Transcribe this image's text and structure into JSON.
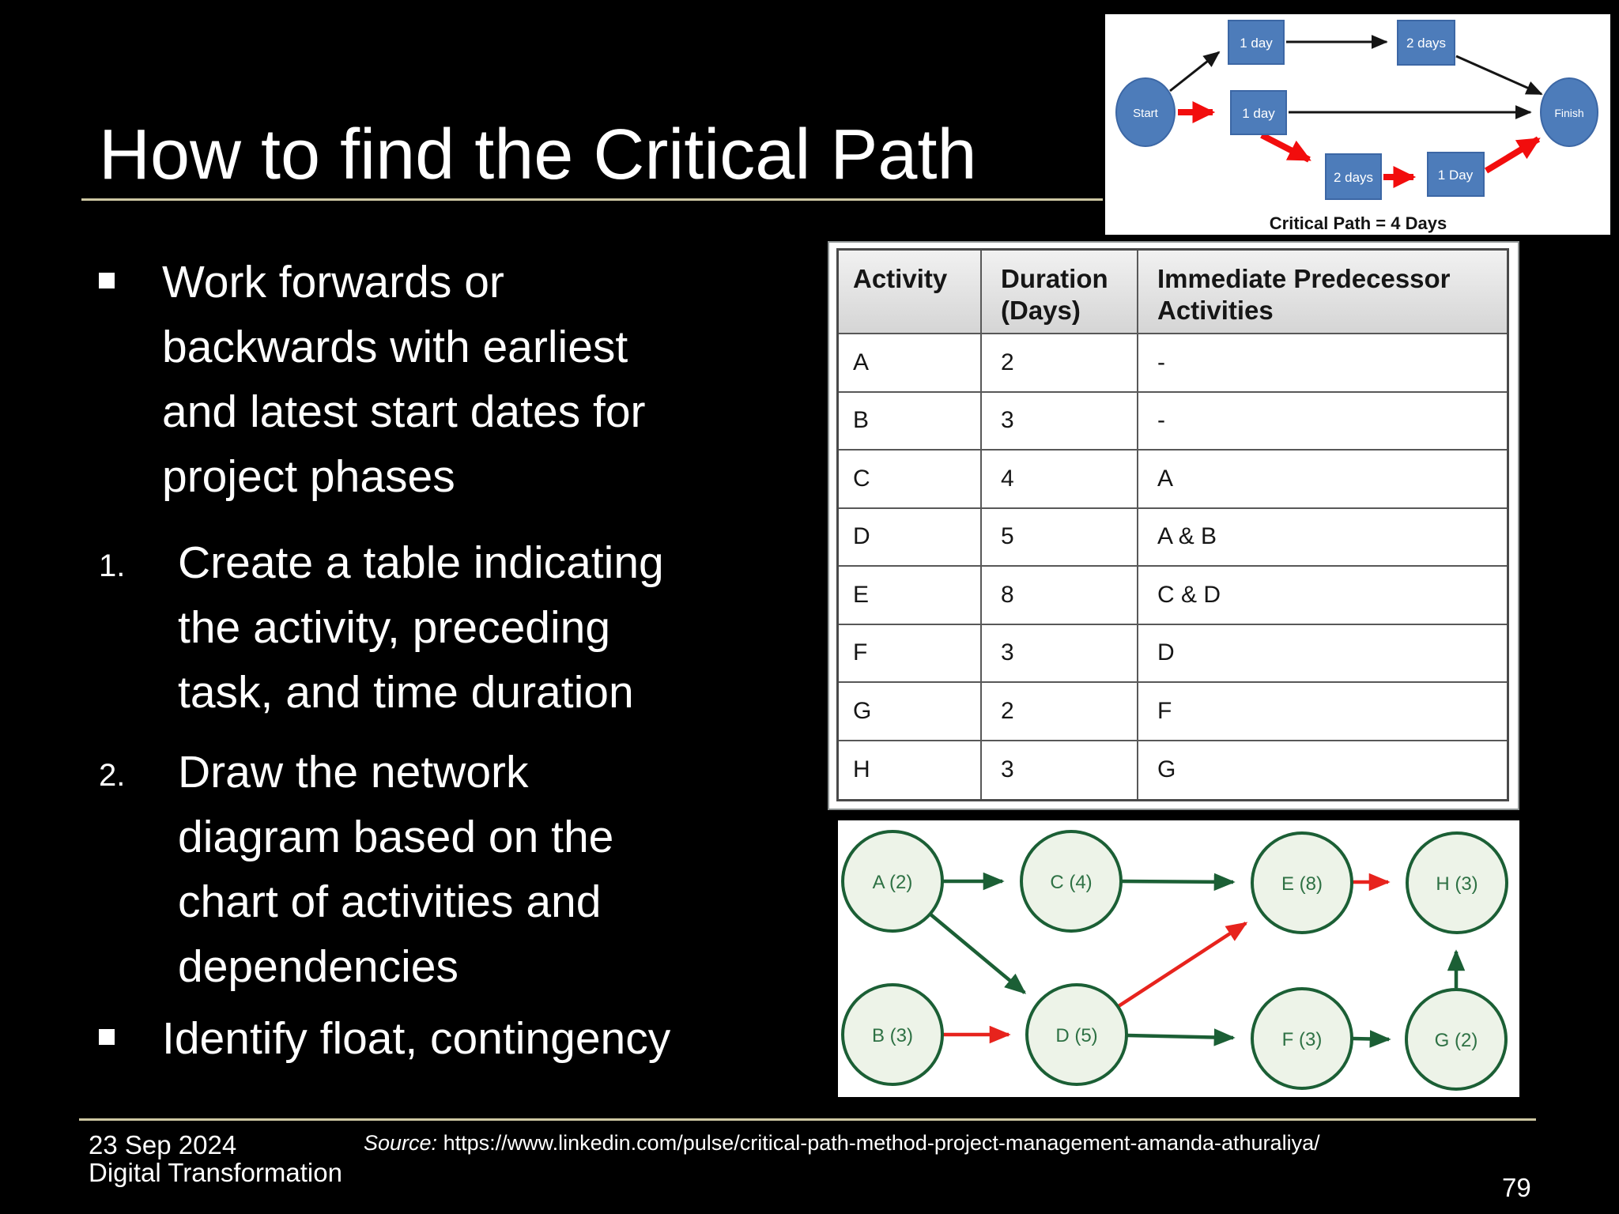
{
  "slide": {
    "title": "How to find the Critical Path",
    "content": {
      "bullet1": {
        "marker": "square",
        "text": "Work forwards or\nbackwards with earliest\nand latest start dates for\nproject phases"
      },
      "item1": {
        "marker": "1.",
        "text": "Create a table indicating\nthe activity, preceding\ntask, and time duration"
      },
      "item2": {
        "marker": "2.",
        "text": "Draw the network\ndiagram based on the\nchart of activities and\ndependencies"
      },
      "bullet2": {
        "marker": "square",
        "text": "Identify float, contingency"
      }
    },
    "footer": {
      "date": "23 Sep 2024",
      "course": "Digital Transformation",
      "source_label": "Source:",
      "source_url": "https://www.linkedin.com/pulse/critical-path-method-project-management-amanda-athuraliya/",
      "page_number": "79"
    }
  },
  "top_diagram": {
    "caption": "Critical Path = 4 Days",
    "nodes": {
      "start": "Start",
      "top1": "1 day",
      "top2": "2 days",
      "mid": "1 day",
      "bot1": "2 days",
      "bot2": "1 Day",
      "finish": "Finish"
    },
    "colors": {
      "node_fill": "#4d7cba",
      "node_border": "#3c67a5",
      "critical_path": "#f20d0d",
      "normal_path": "#151515"
    }
  },
  "table": {
    "headers": [
      "Activity",
      "Duration\n(Days)",
      "Immediate Predecessor\nActivities"
    ],
    "rows": [
      [
        "A",
        "2",
        "-"
      ],
      [
        "B",
        "3",
        "-"
      ],
      [
        "C",
        "4",
        "A"
      ],
      [
        "D",
        "5",
        "A & B"
      ],
      [
        "E",
        "8",
        "C & D"
      ],
      [
        "F",
        "3",
        "D"
      ],
      [
        "G",
        "2",
        "F"
      ],
      [
        "H",
        "3",
        "G"
      ]
    ]
  },
  "bottom_diagram": {
    "nodes": {
      "a": "A (2)",
      "c": "C (4)",
      "e": "E (8)",
      "h": "H (3)",
      "b": "B (3)",
      "d": "D (5)",
      "f": "F (3)",
      "g": "G (2)"
    },
    "colors": {
      "node_border": "#1b5f35",
      "node_fill": "#edf3e8",
      "label": "#2e7144",
      "critical_path": "#e7231d",
      "normal_path": "#1b5f35"
    }
  }
}
